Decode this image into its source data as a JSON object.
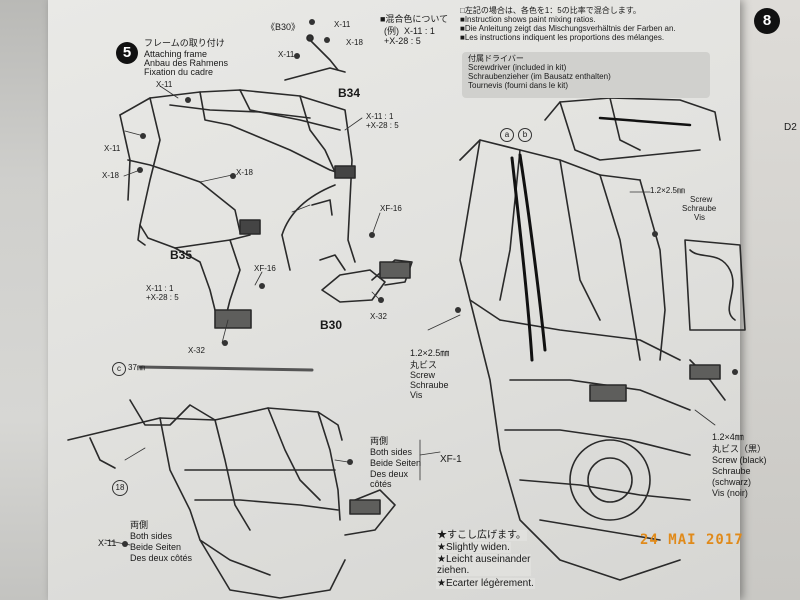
{
  "step": {
    "number": "5",
    "title_jp": "フレームの取り付け",
    "title_en": "Attaching frame",
    "title_de": "Anbau des Rahmens",
    "title_fr": "Fixation du cadre"
  },
  "mix_note": {
    "jp": "■混合色について",
    "ratio": "(例)  X-11 : 1\n+X-28 : 5",
    "lines": [
      "□左記の場合は、各色を1：5の比率で混合します。",
      "■Instruction shows paint mixing ratios.",
      "■Die Anleitung zeigt das Mischungsverhältnis der Farben an.",
      "■Les instructions indiquent les proportions des mélanges."
    ]
  },
  "tool": {
    "jp": "付属ドライバー",
    "en": "Screwdriver (included in kit)",
    "de": "Schraubenzieher (im Bausatz enthalten)",
    "fr": "Tournevis (fourni dans le kit)"
  },
  "next_step": "8",
  "next_step_code": "D2",
  "callouts": {
    "b30_top": "《B30》",
    "x11_a": "X-11",
    "x18_a": "X-18",
    "x11_b": "X-11",
    "x11_c": "X-11",
    "x11_d": "X-11",
    "x18_b": "X-18",
    "x18_c": "X-18",
    "b34": "B34",
    "mix_b34": "X-11 : 1\n+X-28 : 5",
    "xf16_a": "XF-16",
    "xf16_b": "XF-16",
    "b35": "B35",
    "mix_b35": "X-11 : 1\n+X-28 : 5",
    "x32_a": "X-32",
    "x32_b": "X-32",
    "b30": "B30",
    "c_label": "c",
    "c_len": "37㎜",
    "a_label": "a",
    "b_label": "b",
    "part_18": "18",
    "xf1": "XF-1",
    "x11_e": "X-11"
  },
  "screw_small": {
    "size": "1.2×2.5㎜",
    "jp": "丸ビス",
    "en": "Screw",
    "de": "Schraube",
    "fr": "Vis"
  },
  "screw_large": {
    "size": "1.2×4㎜",
    "jp": "丸ビス（黒）",
    "en": "Screw (black)",
    "de": "Schraube",
    "de2": "(schwarz)",
    "fr": "Vis (noir)"
  },
  "both_sides_1": {
    "jp": "両側",
    "en": "Both sides",
    "de": "Beide Seiten",
    "fr": "Des deux\ncôtés"
  },
  "both_sides_2": {
    "jp": "両側",
    "en": "Both sides",
    "de": "Beide Seiten",
    "fr": "Des deux côtés"
  },
  "widen_note": {
    "jp": "★すこし広げます。",
    "en": "★Slightly widen.",
    "de": "★Leicht auseinander\nziehen.",
    "fr": "★Ecarter légèrement."
  },
  "photo_date": "24 MAI 2017"
}
